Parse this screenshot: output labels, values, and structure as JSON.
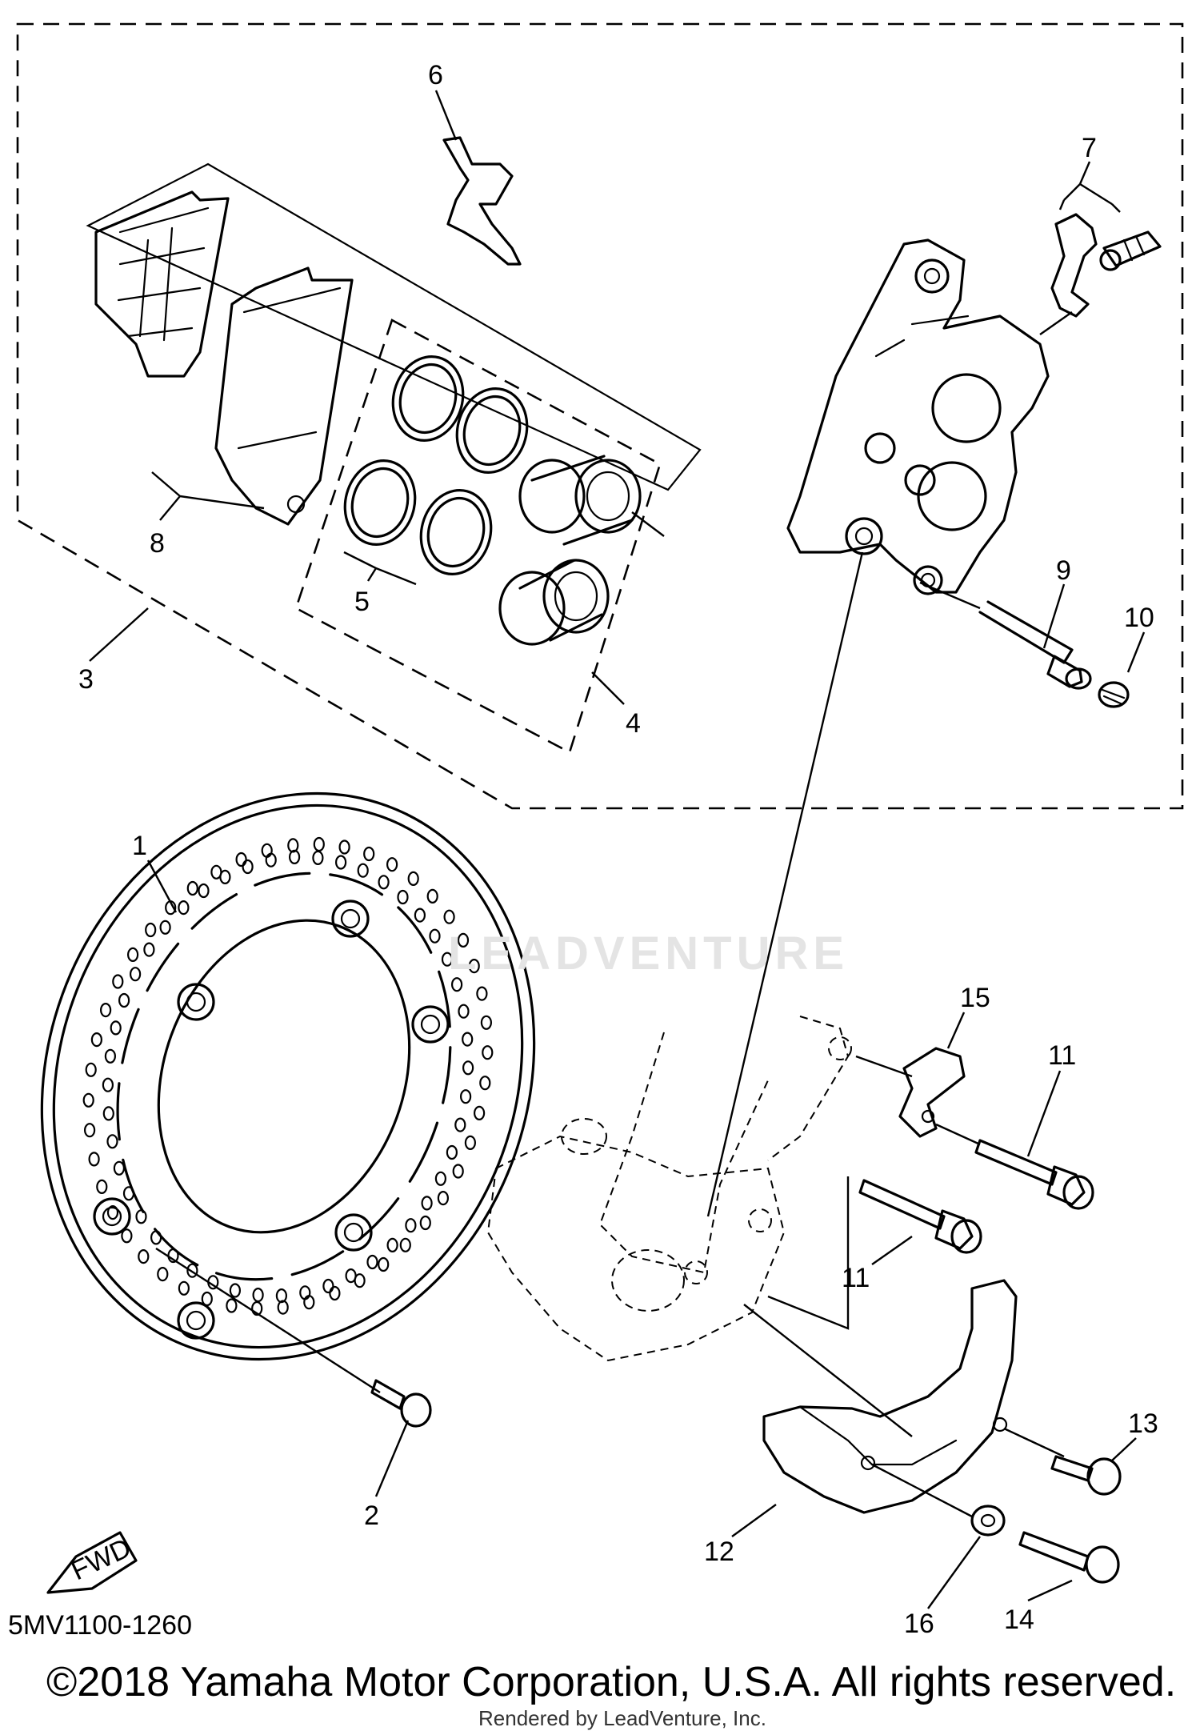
{
  "diagram": {
    "diagram_code": "5MV1100-1260",
    "direction_badge": "FWD",
    "callouts": [
      "1",
      "2",
      "3",
      "4",
      "5",
      "6",
      "7",
      "8",
      "9",
      "10",
      "11",
      "11",
      "12",
      "13",
      "14",
      "15",
      "16"
    ],
    "copyright": "©2018 Yamaha Motor Corporation, U.S.A. All rights reserved.",
    "rendered_by": "Rendered by LeadVenture, Inc.",
    "watermark": "LEADVENTURE"
  }
}
